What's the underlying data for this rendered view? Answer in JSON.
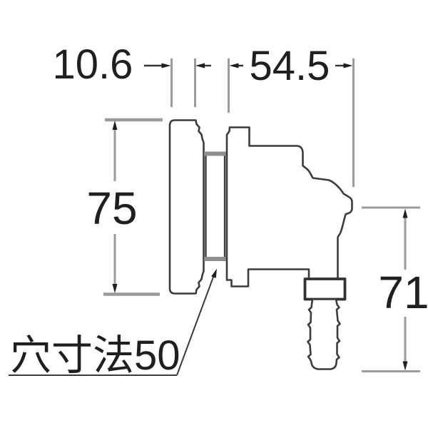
{
  "dimensions": {
    "plate_thickness": {
      "value": "10.6"
    },
    "body_depth": {
      "value": "54.5"
    },
    "plate_height": {
      "value": "75"
    },
    "outlet_drop": {
      "value": "71"
    },
    "hole_note": {
      "value": "穴寸法50"
    }
  },
  "colors": {
    "outline": "#3c3c3c",
    "dimension_gray": "#9b9b9b",
    "arrow_and_text": "#1f1f1f",
    "background": "#ffffff"
  }
}
